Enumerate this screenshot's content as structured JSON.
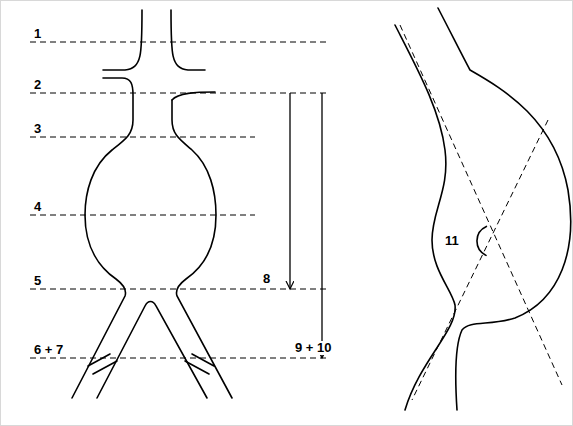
{
  "diagram": {
    "labels": [
      "1",
      "2",
      "3",
      "4",
      "5",
      "6 + 7",
      "8",
      "9 + 10",
      "11"
    ]
  }
}
